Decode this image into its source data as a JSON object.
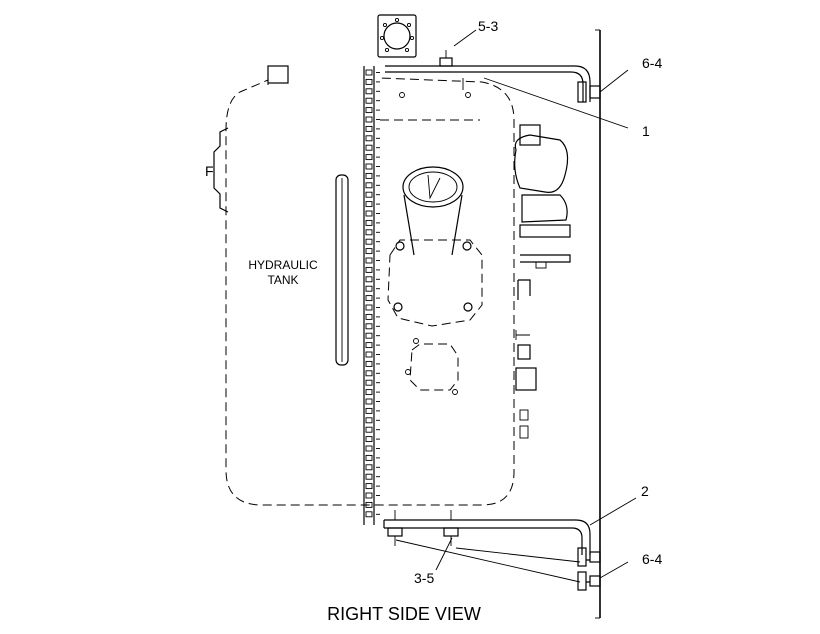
{
  "labels": {
    "tank_line1": "HYDRAULIC",
    "tank_line2": "TANK",
    "letter_f": "F",
    "view_title": "RIGHT SIDE VIEW",
    "callout_5_3": "5-3",
    "callout_6_4_top": "6-4",
    "callout_1": "1",
    "callout_2": "2",
    "callout_6_4_bottom": "6-4",
    "callout_3_5": "3-5"
  }
}
